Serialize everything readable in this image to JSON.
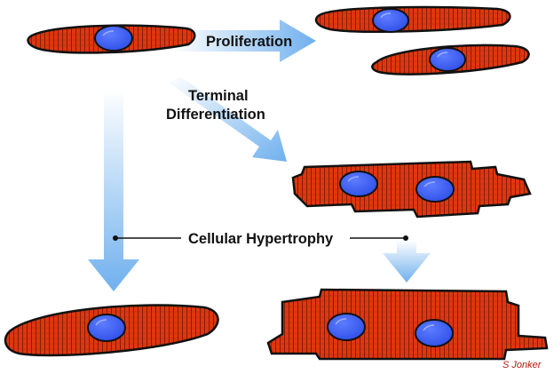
{
  "labels": {
    "proliferation": "Proliferation",
    "terminal_line1": "Terminal",
    "terminal_line2": "Differentiation",
    "hypertrophy": "Cellular Hypertrophy",
    "signature": "S Jonker"
  },
  "colors": {
    "cell_fill": "#e0370f",
    "cell_outline": "#111111",
    "nucleus_fill": "#2f4fe8",
    "nucleus_highlight": "#9db0ff",
    "arrow_start": "#6fb0ee",
    "arrow_end": "#ffffff",
    "label_text": "#111111",
    "signature_text": "#b01a10"
  }
}
